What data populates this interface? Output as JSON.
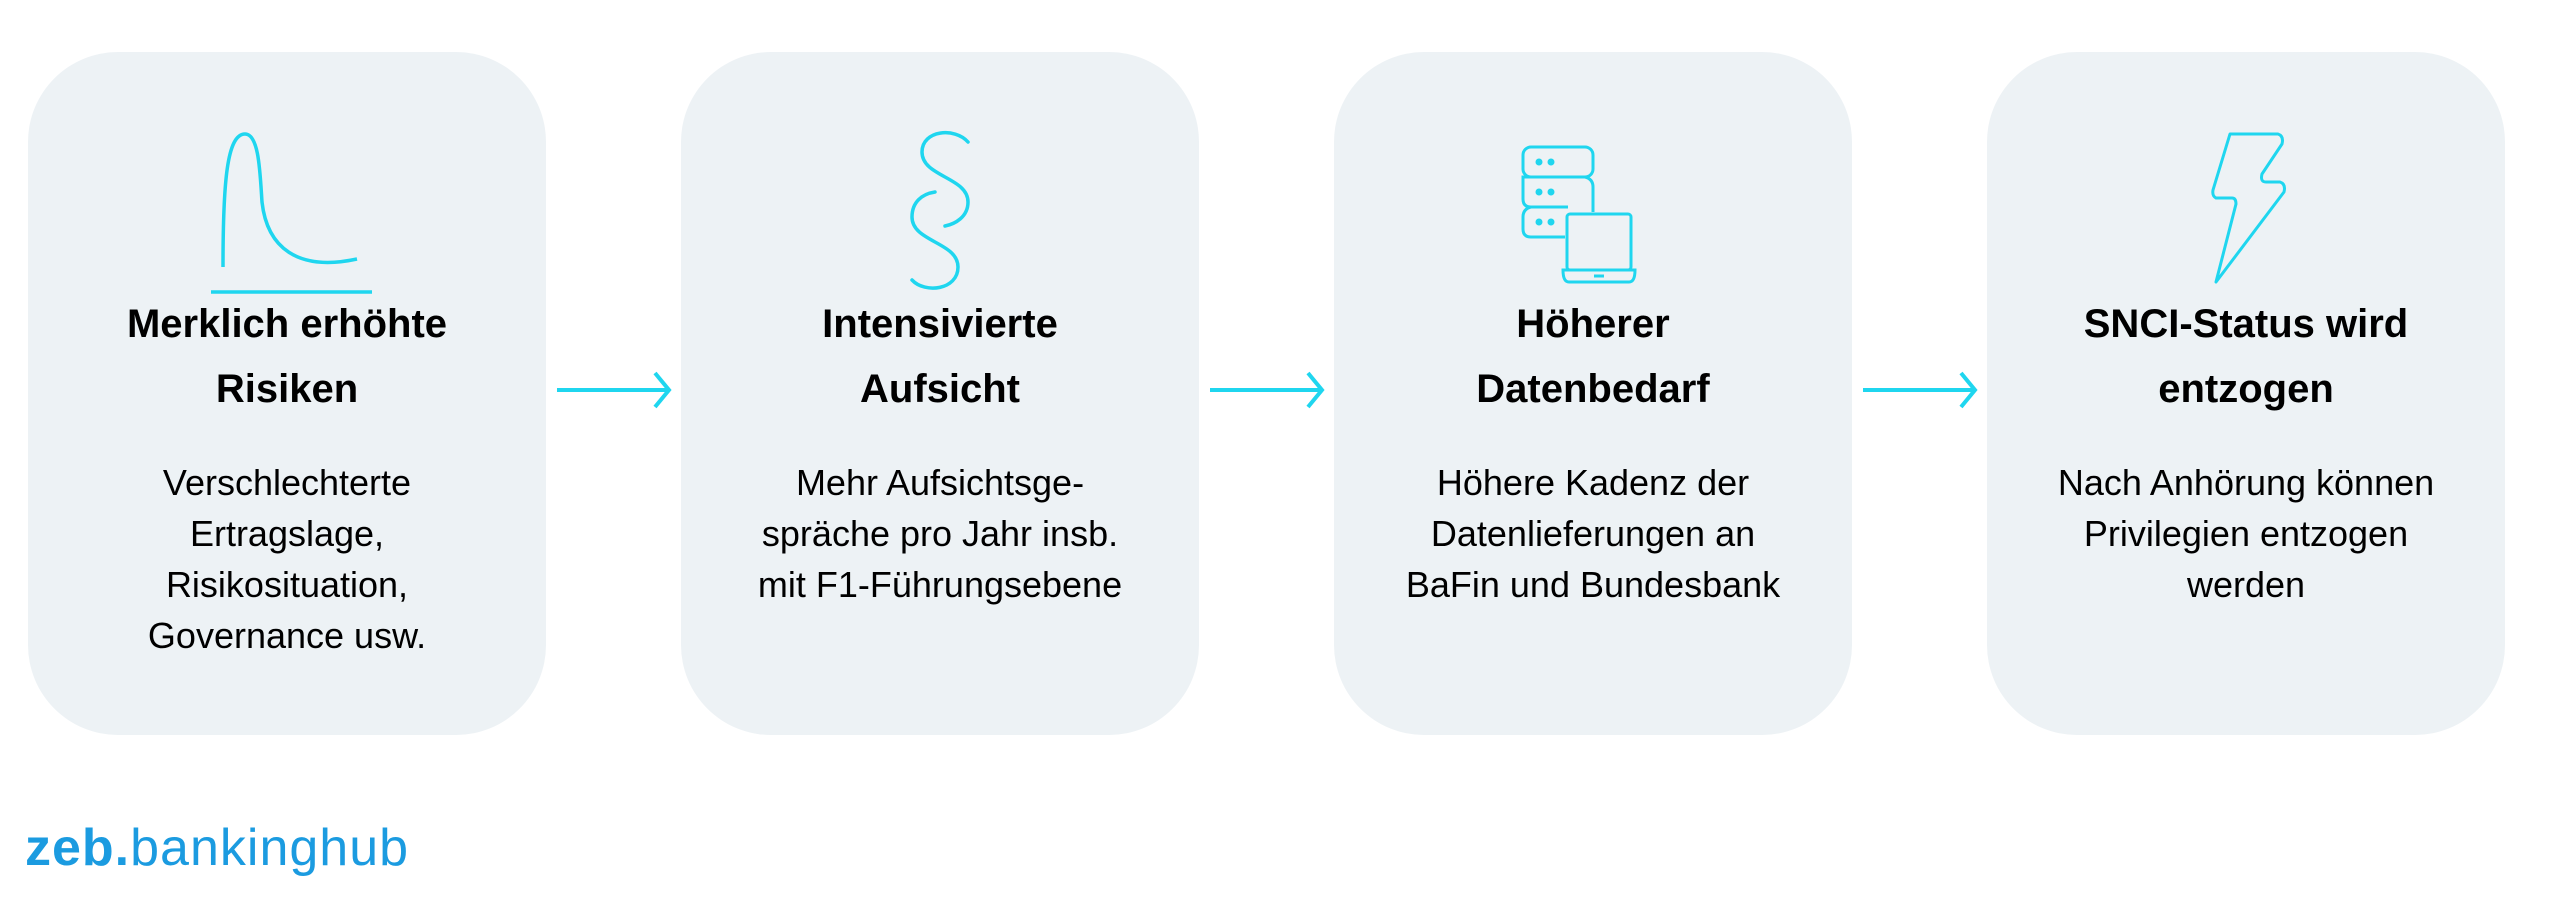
{
  "accent_color": "#1fd6ef",
  "card_color": "#edf2f5",
  "logo": {
    "text_bold": "zeb.",
    "text_light": "bankinghub",
    "color": "#1b9be0"
  },
  "steps": [
    {
      "icon": "skewed-distribution-curve-icon",
      "title": [
        "Merklich erhöhte",
        "Risiken"
      ],
      "body": [
        "Verschlechterte",
        "Ertragslage,",
        "Risikosituation,",
        "Governance usw."
      ]
    },
    {
      "icon": "paragraph-section-icon",
      "title": [
        "Intensivierte",
        "Aufsicht"
      ],
      "body": [
        "Mehr Aufsichtsge-",
        "spräche pro Jahr insb.",
        "mit F1-Führungsebene"
      ]
    },
    {
      "icon": "server-laptop-icon",
      "title": [
        "Höherer",
        "Datenbedarf"
      ],
      "body": [
        "Höhere Kadenz der",
        "Datenlieferungen an",
        "BaFin und Bundesbank"
      ]
    },
    {
      "icon": "lightning-bolt-icon",
      "title": [
        "SNCI-Status wird",
        "entzogen"
      ],
      "body": [
        "Nach Anhörung können",
        "Privilegien entzogen",
        "werden"
      ]
    }
  ]
}
